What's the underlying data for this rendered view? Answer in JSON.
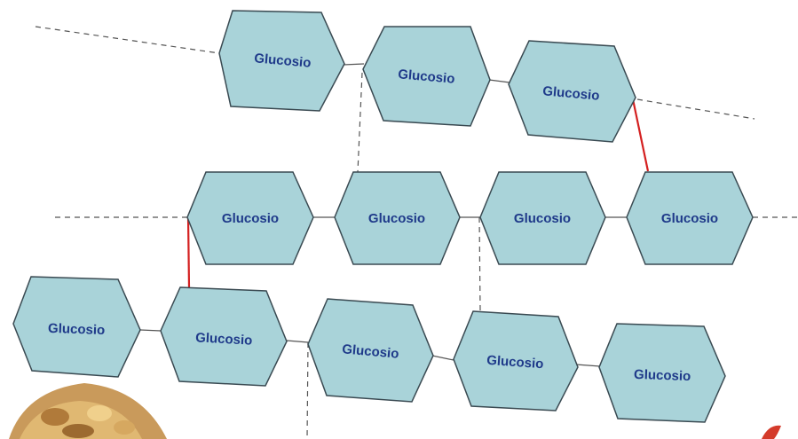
{
  "diagram": {
    "node_label": "Glucosio",
    "colors": {
      "hex_fill": "#a9d3d9",
      "hex_stroke": "#3a4a52",
      "label_text": "#1f3a8a",
      "chain_line": "#555555",
      "branch_link": "#d42020"
    },
    "rows": [
      {
        "name": "top-row",
        "count": 3
      },
      {
        "name": "middle-row",
        "count": 4
      },
      {
        "name": "bottom-row",
        "count": 5
      }
    ]
  }
}
